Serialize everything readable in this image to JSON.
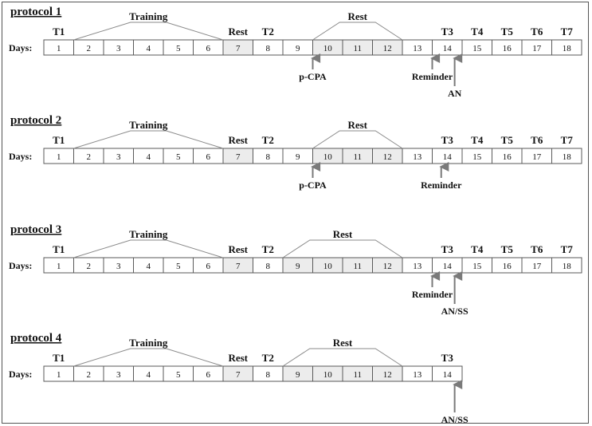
{
  "days_label": "Days:",
  "colors": {
    "rest_fill": "#ececec",
    "cell_fill": "#ffffff",
    "cell_stroke": "#5a5a5a",
    "arrow": "#7a7a7a",
    "bracket": "#8a8a8a"
  },
  "protocols": [
    {
      "title": "protocol 1",
      "days": [
        1,
        2,
        3,
        4,
        5,
        6,
        7,
        8,
        9,
        10,
        11,
        12,
        13,
        14,
        15,
        16,
        17,
        18
      ],
      "shaded_days": [
        7,
        10,
        11,
        12
      ],
      "tests": [
        {
          "label": "T1",
          "day": 1
        },
        {
          "label": "T2",
          "day": 8
        },
        {
          "label": "T3",
          "day": 14
        },
        {
          "label": "T4",
          "day": 15
        },
        {
          "label": "T5",
          "day": 16
        },
        {
          "label": "T6",
          "day": 17
        },
        {
          "label": "T7",
          "day": 18
        }
      ],
      "single_rests": [
        {
          "label": "Rest",
          "day": 7
        }
      ],
      "brackets": [
        {
          "label": "Training",
          "from": 2,
          "to": 6
        },
        {
          "label": "Rest",
          "from": 10,
          "to": 12
        }
      ],
      "markers": [
        {
          "label": "p-CPA",
          "boundary": 9.0,
          "long": false
        },
        {
          "label": "Reminder",
          "boundary": 13.0,
          "long": false
        },
        {
          "label": "AN",
          "boundary": 13.75,
          "long": true
        }
      ]
    },
    {
      "title": "protocol 2",
      "days": [
        1,
        2,
        3,
        4,
        5,
        6,
        7,
        8,
        9,
        10,
        11,
        12,
        13,
        14,
        15,
        16,
        17,
        18
      ],
      "shaded_days": [
        7,
        10,
        11,
        12
      ],
      "tests": [
        {
          "label": "T1",
          "day": 1
        },
        {
          "label": "T2",
          "day": 8
        },
        {
          "label": "T3",
          "day": 14
        },
        {
          "label": "T4",
          "day": 15
        },
        {
          "label": "T5",
          "day": 16
        },
        {
          "label": "T6",
          "day": 17
        },
        {
          "label": "T7",
          "day": 18
        }
      ],
      "single_rests": [
        {
          "label": "Rest",
          "day": 7
        }
      ],
      "brackets": [
        {
          "label": "Training",
          "from": 2,
          "to": 6
        },
        {
          "label": "Rest",
          "from": 10,
          "to": 12
        }
      ],
      "markers": [
        {
          "label": "p-CPA",
          "boundary": 9.0,
          "long": false
        },
        {
          "label": "Reminder",
          "boundary": 13.3,
          "long": false
        }
      ]
    },
    {
      "title": "protocol 3",
      "days": [
        1,
        2,
        3,
        4,
        5,
        6,
        7,
        8,
        9,
        10,
        11,
        12,
        13,
        14,
        15,
        16,
        17,
        18
      ],
      "shaded_days": [
        7,
        9,
        10,
        11,
        12
      ],
      "tests": [
        {
          "label": "T1",
          "day": 1
        },
        {
          "label": "T2",
          "day": 8
        },
        {
          "label": "T3",
          "day": 14
        },
        {
          "label": "T4",
          "day": 15
        },
        {
          "label": "T5",
          "day": 16
        },
        {
          "label": "T6",
          "day": 17
        },
        {
          "label": "T7",
          "day": 18
        }
      ],
      "single_rests": [
        {
          "label": "Rest",
          "day": 7
        }
      ],
      "brackets": [
        {
          "label": "Training",
          "from": 2,
          "to": 6
        },
        {
          "label": "Rest",
          "from": 9,
          "to": 12
        }
      ],
      "markers": [
        {
          "label": "Reminder",
          "boundary": 13.0,
          "long": false
        },
        {
          "label": "AN/SS",
          "boundary": 13.75,
          "long": true
        }
      ]
    },
    {
      "title": "protocol 4",
      "days": [
        1,
        2,
        3,
        4,
        5,
        6,
        7,
        8,
        9,
        10,
        11,
        12,
        13,
        14
      ],
      "shaded_days": [
        7,
        9,
        10,
        11,
        12
      ],
      "tests": [
        {
          "label": "T1",
          "day": 1
        },
        {
          "label": "T2",
          "day": 8
        },
        {
          "label": "T3",
          "day": 14
        }
      ],
      "single_rests": [
        {
          "label": "Rest",
          "day": 7
        }
      ],
      "brackets": [
        {
          "label": "Training",
          "from": 2,
          "to": 6
        },
        {
          "label": "Rest",
          "from": 9,
          "to": 12
        }
      ],
      "markers": [
        {
          "label": "AN/SS",
          "boundary": 13.75,
          "long": true
        }
      ]
    }
  ]
}
